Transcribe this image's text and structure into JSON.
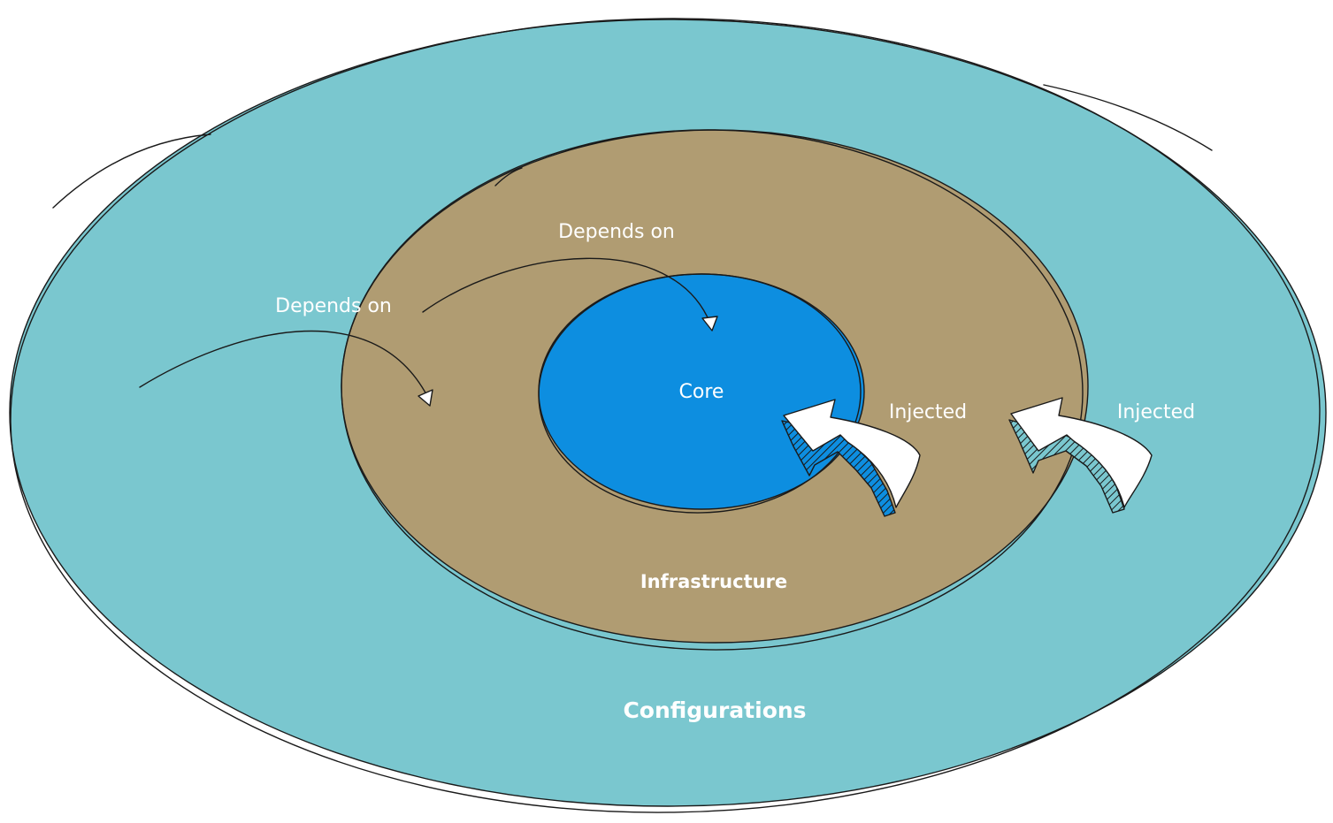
{
  "diagram": {
    "layers": {
      "configurations": {
        "label": "Configurations",
        "color": "#7AC7CF"
      },
      "infrastructure": {
        "label": "Infrastructure",
        "color": "#B09C72"
      },
      "core": {
        "label": "Core",
        "color": "#0D8EE0"
      }
    },
    "relations": {
      "depends_on_outer": "Depends on",
      "depends_on_inner": "Depends on",
      "injected_core": "Injected",
      "injected_infrastructure": "Injected"
    },
    "colors": {
      "outline": "#1a1a1a",
      "label_text": "#ffffff",
      "injected_arrow_fill": "#ffffff"
    }
  }
}
